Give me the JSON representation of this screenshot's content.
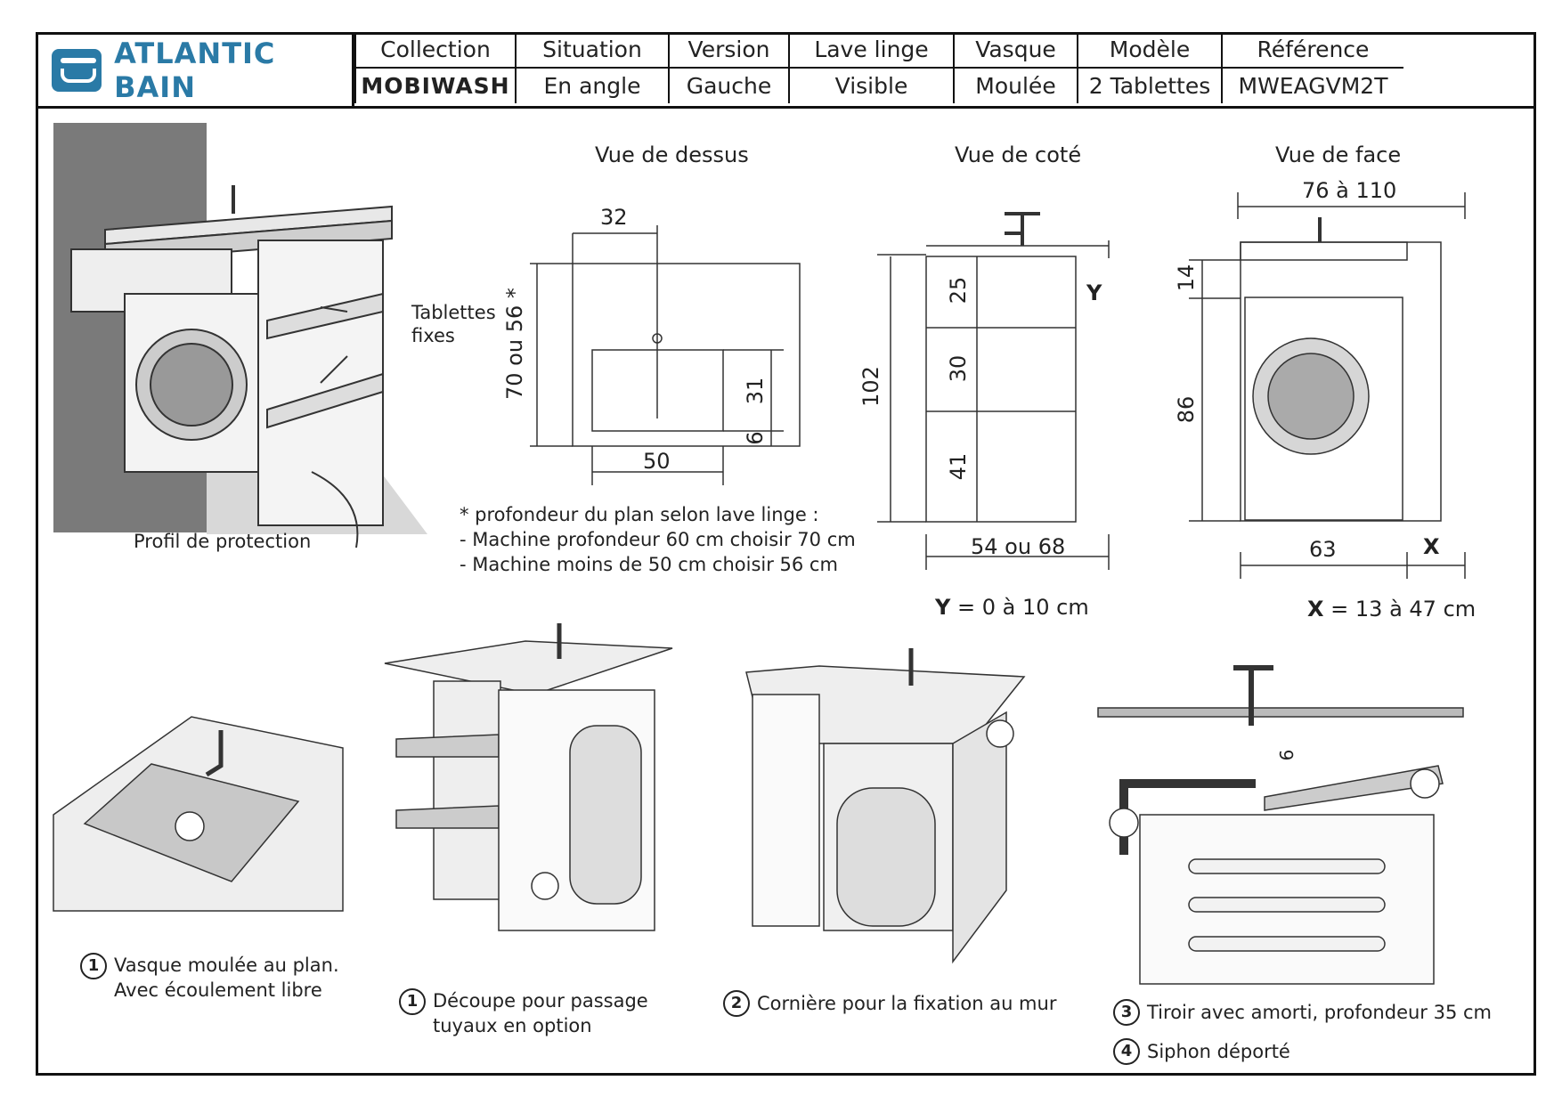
{
  "brand": {
    "name": "ATLANTIC BAIN"
  },
  "spec_table": {
    "headers": [
      "Collection",
      "Situation",
      "Version",
      "Lave linge",
      "Vasque",
      "Modèle",
      "Référence"
    ],
    "values": [
      "MOBIWASH",
      "En angle",
      "Gauche",
      "Visible",
      "Moulée",
      "2 Tablettes",
      "MWEAGVM2T"
    ]
  },
  "perspective": {
    "tablettes_label": "Tablettes\nfixes",
    "profil_label": "Profil de protection"
  },
  "top_view": {
    "title": "Vue de dessus",
    "dims": {
      "top": "32",
      "left": "70 ou 56 *",
      "right_a": "31",
      "right_b": "6",
      "bottom": "50"
    }
  },
  "depth_note": {
    "lines": [
      "* profondeur du plan selon lave linge :",
      "- Machine profondeur 60 cm choisir 70 cm",
      "- Machine moins de 50 cm choisir 56 cm"
    ]
  },
  "side_view": {
    "title": "Vue de coté",
    "dims": {
      "total": "102",
      "a": "25",
      "b": "30",
      "c": "41",
      "y": "Y",
      "bottom": "54 ou 68"
    },
    "y_formula": {
      "key": "Y",
      "text": "= 0 à 10 cm"
    }
  },
  "front_view": {
    "title": "Vue de face",
    "dims": {
      "top": "76 à 110",
      "a": "14",
      "b": "86",
      "bottom": "63",
      "x": "X"
    },
    "x_formula": {
      "key": "X",
      "text": "= 13 à 47 cm"
    }
  },
  "details": [
    {
      "num": "1",
      "text": "Vasque moulée au plan.\nAvec écoulement libre"
    },
    {
      "num": "1",
      "text": "Découpe pour passage\ntuyaux en option"
    },
    {
      "num": "2",
      "text": "Cornière pour la fixation au mur"
    },
    {
      "num": "3",
      "text": "Tiroir avec amorti, profondeur 35 cm"
    },
    {
      "num": "4",
      "text": "Siphon déporté"
    }
  ],
  "section_dim": "6"
}
